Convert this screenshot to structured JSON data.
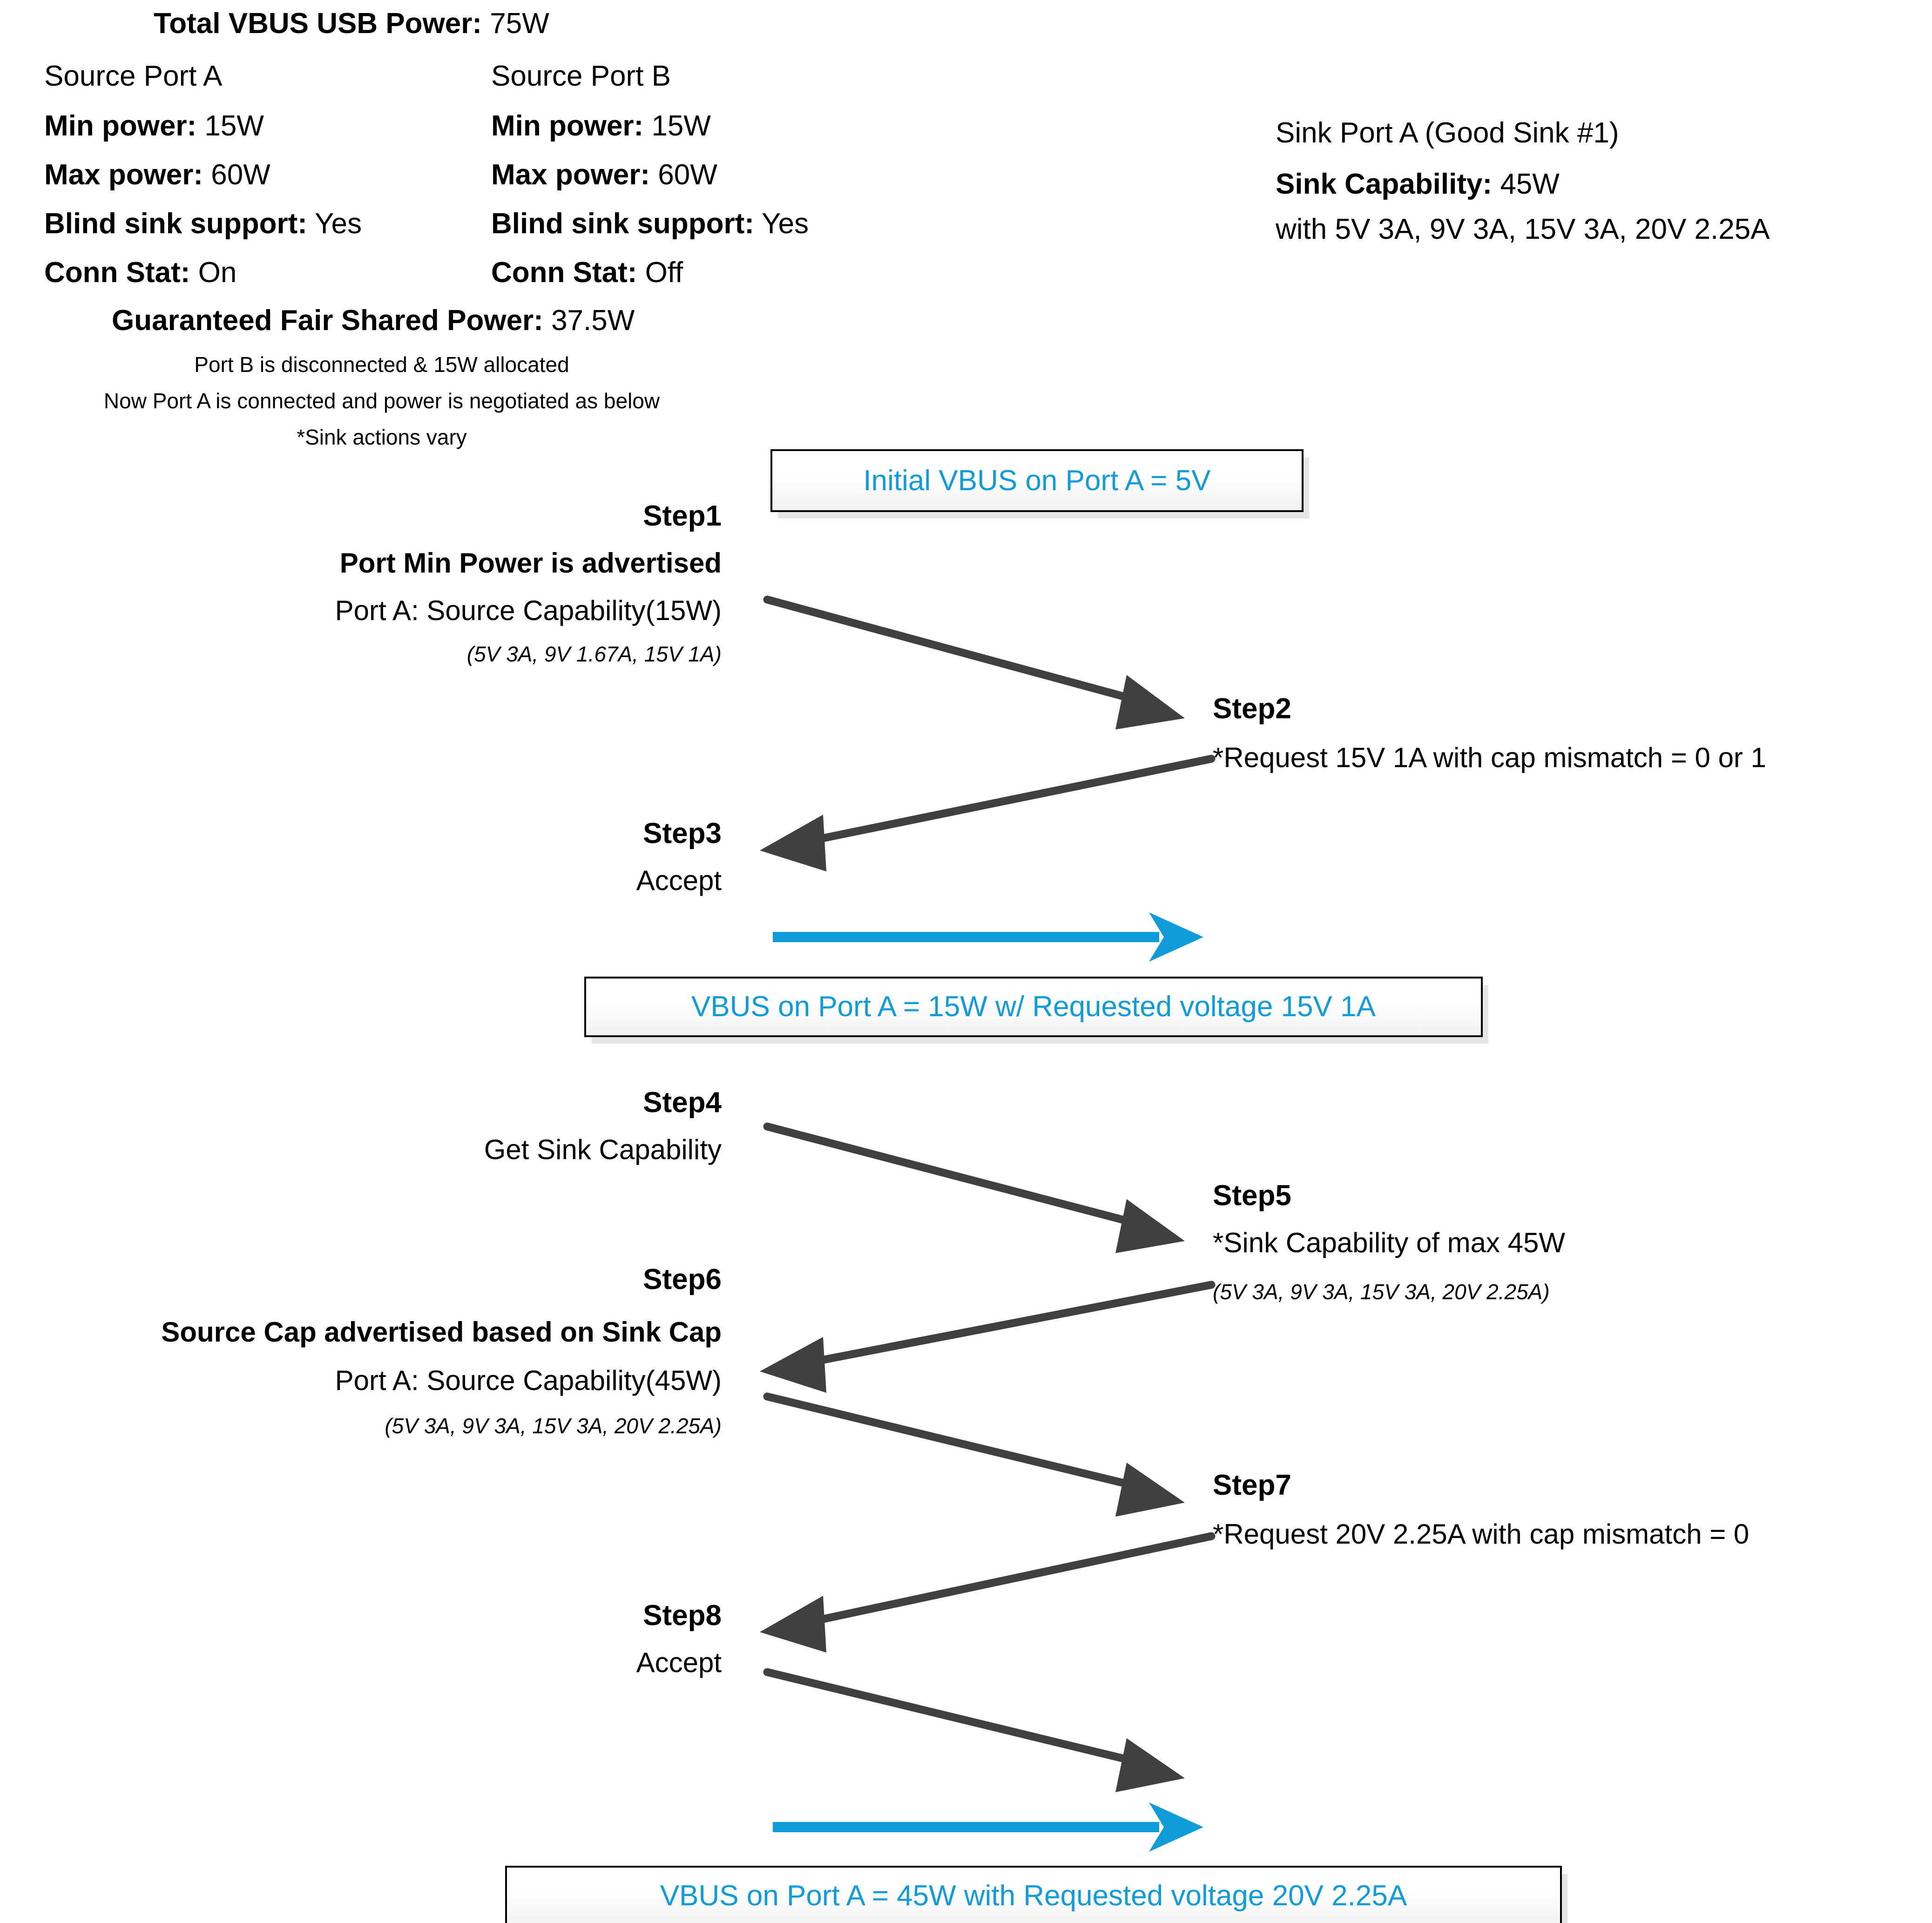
{
  "colors": {
    "accent_blue": "#0f9cd8",
    "arrow_gray": "#404040",
    "text_black": "#000000",
    "box_border": "#000000"
  },
  "header": {
    "total_power_label": "Total VBUS USB Power:",
    "total_power_value": "75W",
    "source_port_a": {
      "title": "Source Port A",
      "rows": [
        {
          "label": "Min power:",
          "value": "15W"
        },
        {
          "label": "Max power:",
          "value": "60W"
        },
        {
          "label": "Blind sink support:",
          "value": "Yes"
        },
        {
          "label": "Conn Stat:",
          "value": "On"
        }
      ]
    },
    "source_port_b": {
      "title": "Source Port B",
      "rows": [
        {
          "label": "Min power:",
          "value": "15W"
        },
        {
          "label": "Max power:",
          "value": "60W"
        },
        {
          "label": "Blind sink support:",
          "value": "Yes"
        },
        {
          "label": "Conn Stat:",
          "value": "Off"
        }
      ]
    },
    "sink_port_a": {
      "title": "Sink Port A (Good Sink #1)",
      "capability_label": "Sink Capability:",
      "capability_value": "45W",
      "pdo_line": "with 5V 3A, 9V 3A, 15V 3A, 20V 2.25A"
    },
    "guaranteed_label": "Guaranteed Fair Shared Power:",
    "guaranteed_value": "37.5W",
    "notes": [
      "Port B is disconnected & 15W allocated",
      "Now Port A is connected and power is negotiated as below",
      "*Sink actions vary"
    ]
  },
  "callouts": {
    "initial_vbus": "Initial VBUS on Port A = 5V",
    "vbus_15w": "VBUS on Port A = 15W w/ Requested voltage 15V 1A",
    "vbus_45w": "VBUS on Port A = 45W with Requested voltage 20V 2.25A"
  },
  "steps": [
    {
      "id": "step1",
      "title": "Step1",
      "bold_line": "Port Min Power is advertised",
      "body": "Port A: Source Capability(15W)",
      "paren": "(5V 3A, 9V 1.67A, 15V 1A)"
    },
    {
      "id": "step2",
      "title": "Step2",
      "body": "*Request 15V 1A with cap mismatch = 0 or 1"
    },
    {
      "id": "step3",
      "title": "Step3",
      "body": "Accept"
    },
    {
      "id": "step4",
      "title": "Step4",
      "body": "Get Sink Capability"
    },
    {
      "id": "step5",
      "title": "Step5",
      "body": "*Sink Capability of max 45W",
      "paren": "(5V 3A, 9V 3A, 15V 3A, 20V 2.25A)"
    },
    {
      "id": "step6",
      "title": "Step6",
      "bold_line": "Source Cap advertised based on Sink Cap",
      "body": "Port A: Source Capability(45W)",
      "paren": "(5V 3A, 9V 3A, 15V 3A, 20V 2.25A)"
    },
    {
      "id": "step7",
      "title": "Step7",
      "body": "*Request 20V 2.25A with cap mismatch = 0"
    },
    {
      "id": "step8",
      "title": "Step8",
      "body": "Accept"
    }
  ]
}
